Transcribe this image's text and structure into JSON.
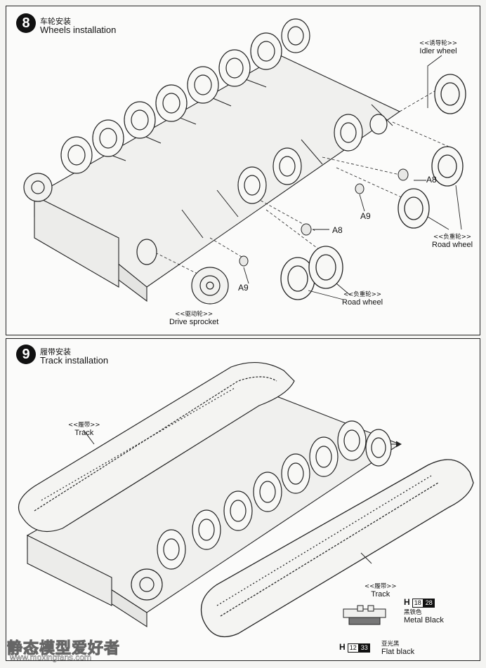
{
  "step8": {
    "number": "8",
    "title_cn": "车轮安装",
    "title_en": "Wheels installation",
    "idler": {
      "cn": "<<诱导轮>>",
      "en": "Idler wheel"
    },
    "road_right": {
      "cn": "<<负重轮>>",
      "en": "Road wheel"
    },
    "road_bottom": {
      "cn": "<<负重轮>>",
      "en": "Road wheel"
    },
    "sprocket": {
      "cn": "<<驱动轮>>",
      "en": "Drive sprocket"
    },
    "parts": [
      "A8",
      "A9",
      "A8",
      "A9"
    ]
  },
  "step9": {
    "number": "9",
    "title_cn": "履带安装",
    "title_en": "Track installation",
    "track_top": {
      "cn": "<<履带>>",
      "en": "Track"
    },
    "track_bottom": {
      "cn": "<<履带>>",
      "en": "Track"
    },
    "paint1": {
      "code": "H",
      "n1": "18",
      "n2": "28",
      "cn": "黑铁色",
      "en": "Metal  Black"
    },
    "paint2": {
      "code": "H",
      "n1": "12",
      "n2": "33",
      "cn": "亚光黑",
      "en": "Flat black"
    }
  },
  "watermark": {
    "text": "静态模型爱好者",
    "url": "www.moxingfans.com"
  }
}
